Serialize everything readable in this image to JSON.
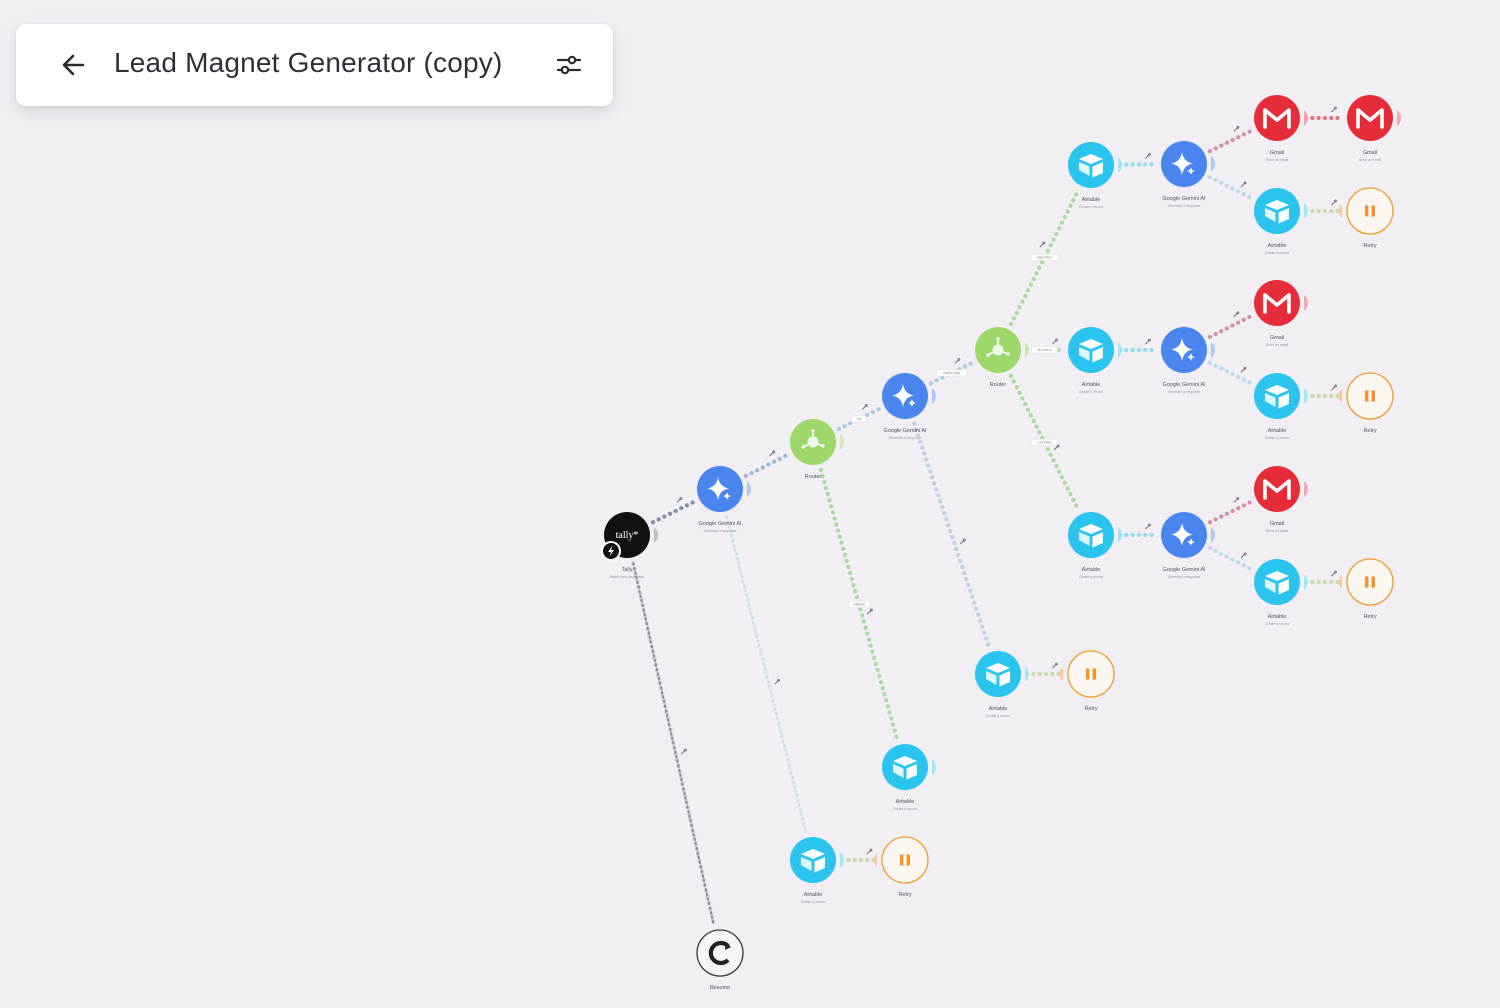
{
  "scenario": {
    "title": "Lead Magnet Generator (copy)"
  },
  "icons": {
    "back": "arrow-left-icon",
    "settings": "sliders-icon"
  },
  "colors": {
    "background": "#f1eff3",
    "airtable": "#2bc4ee",
    "gemini": "#4b86ef",
    "router": "#9fd86a",
    "gmail": "#e52d3a",
    "retry": "#f19a2c",
    "tally": "#111111",
    "resume": "#333333"
  },
  "modules": [
    {
      "id": "tally",
      "type": "tally",
      "label": "Tally",
      "sublabel": "Watch new responses",
      "badge": "tally*"
    },
    {
      "id": "g1",
      "type": "gemini",
      "label": "Google Gemini AI",
      "sublabel": "Generate a response"
    },
    {
      "id": "r1",
      "type": "router",
      "label": "Router",
      "sublabel": ""
    },
    {
      "id": "g2",
      "type": "gemini",
      "label": "Google Gemini AI",
      "sublabel": "Generate a response"
    },
    {
      "id": "r2",
      "type": "router",
      "label": "Router",
      "sublabel": ""
    },
    {
      "id": "a_top",
      "type": "airtable",
      "label": "Airtable",
      "sublabel": "Create a record"
    },
    {
      "id": "g_top",
      "type": "gemini",
      "label": "Google Gemini AI",
      "sublabel": "Generate a response"
    },
    {
      "id": "m_top1",
      "type": "gmail",
      "label": "Gmail",
      "sublabel": "Send an email"
    },
    {
      "id": "m_top2",
      "type": "gmail",
      "label": "Gmail",
      "sublabel": "Send an email"
    },
    {
      "id": "a_top2",
      "type": "airtable",
      "label": "Airtable",
      "sublabel": "Create a record"
    },
    {
      "id": "rt_top",
      "type": "retry",
      "label": "Retry",
      "sublabel": ""
    },
    {
      "id": "a_mid",
      "type": "airtable",
      "label": "Airtable",
      "sublabel": "Create a record"
    },
    {
      "id": "g_mid",
      "type": "gemini",
      "label": "Google Gemini AI",
      "sublabel": "Generate a response"
    },
    {
      "id": "m_mid",
      "type": "gmail",
      "label": "Gmail",
      "sublabel": "Send an email"
    },
    {
      "id": "a_mid2",
      "type": "airtable",
      "label": "Airtable",
      "sublabel": "Create a record"
    },
    {
      "id": "rt_mid",
      "type": "retry",
      "label": "Retry",
      "sublabel": ""
    },
    {
      "id": "a_bot",
      "type": "airtable",
      "label": "Airtable",
      "sublabel": "Create a record"
    },
    {
      "id": "g_bot",
      "type": "gemini",
      "label": "Google Gemini AI",
      "sublabel": "Generate a response"
    },
    {
      "id": "m_bot",
      "type": "gmail",
      "label": "Gmail",
      "sublabel": "Send an email"
    },
    {
      "id": "a_bot2",
      "type": "airtable",
      "label": "Airtable",
      "sublabel": "Create a record"
    },
    {
      "id": "rt_bot",
      "type": "retry",
      "label": "Retry",
      "sublabel": ""
    },
    {
      "id": "a_e1",
      "type": "airtable",
      "label": "Airtable",
      "sublabel": "Create a record"
    },
    {
      "id": "rt_e1",
      "type": "retry",
      "label": "Retry",
      "sublabel": ""
    },
    {
      "id": "a_e2",
      "type": "airtable",
      "label": "Airtable",
      "sublabel": "Create a record"
    },
    {
      "id": "a_e3",
      "type": "airtable",
      "label": "Airtable",
      "sublabel": "Create a record"
    },
    {
      "id": "rt_e3",
      "type": "retry",
      "label": "Retry",
      "sublabel": ""
    },
    {
      "id": "resume",
      "type": "resume",
      "label": "Resume",
      "sublabel": ""
    }
  ],
  "connections": [
    {
      "from": "tally",
      "to": "g1",
      "color": "#7f8aa0"
    },
    {
      "from": "g1",
      "to": "r1",
      "color": "#9ab3d8"
    },
    {
      "from": "r1",
      "to": "g2",
      "color": "#a8c9e0",
      "label": "Yes"
    },
    {
      "from": "g2",
      "to": "r2",
      "color": "#a8c9e0",
      "label": "Output valid"
    },
    {
      "from": "r2",
      "to": "a_top",
      "color": "#a6d89a",
      "label": "High intent"
    },
    {
      "from": "r2",
      "to": "a_mid",
      "color": "#a6d89a",
      "label": "Mid intent"
    },
    {
      "from": "r2",
      "to": "a_bot",
      "color": "#a6d89a",
      "label": "Low intent"
    },
    {
      "from": "a_top",
      "to": "g_top",
      "color": "#8fd6ef"
    },
    {
      "from": "g_top",
      "to": "m_top1",
      "color": "#d48aa0"
    },
    {
      "from": "m_top1",
      "to": "m_top2",
      "color": "#e86a76"
    },
    {
      "from": "g_top",
      "to": "a_top2",
      "color": "#bcd8ea"
    },
    {
      "from": "a_top2",
      "to": "rt_top",
      "color": "#c9d7a8"
    },
    {
      "from": "a_mid",
      "to": "g_mid",
      "color": "#8fd6ef"
    },
    {
      "from": "g_mid",
      "to": "m_mid",
      "color": "#d48aa0"
    },
    {
      "from": "g_mid",
      "to": "a_mid2",
      "color": "#bcd8ea"
    },
    {
      "from": "a_mid2",
      "to": "rt_mid",
      "color": "#c9d7a8"
    },
    {
      "from": "a_bot",
      "to": "g_bot",
      "color": "#8fd6ef"
    },
    {
      "from": "g_bot",
      "to": "m_bot",
      "color": "#d48aa0"
    },
    {
      "from": "g_bot",
      "to": "a_bot2",
      "color": "#bcd8ea"
    },
    {
      "from": "a_bot2",
      "to": "rt_bot",
      "color": "#c9d7a8"
    },
    {
      "from": "g2",
      "to": "a_e1",
      "color": "#bcd0e2"
    },
    {
      "from": "a_e1",
      "to": "rt_e1",
      "color": "#c9d7a8"
    },
    {
      "from": "r1",
      "to": "a_e2",
      "color": "#a6d8a0",
      "label": "Fallback"
    },
    {
      "from": "g1",
      "to": "a_e3",
      "color": "#cfdbe8"
    },
    {
      "from": "a_e3",
      "to": "rt_e3",
      "color": "#c9d7a8"
    },
    {
      "from": "tally",
      "to": "resume",
      "color": "#8a8a92"
    }
  ]
}
